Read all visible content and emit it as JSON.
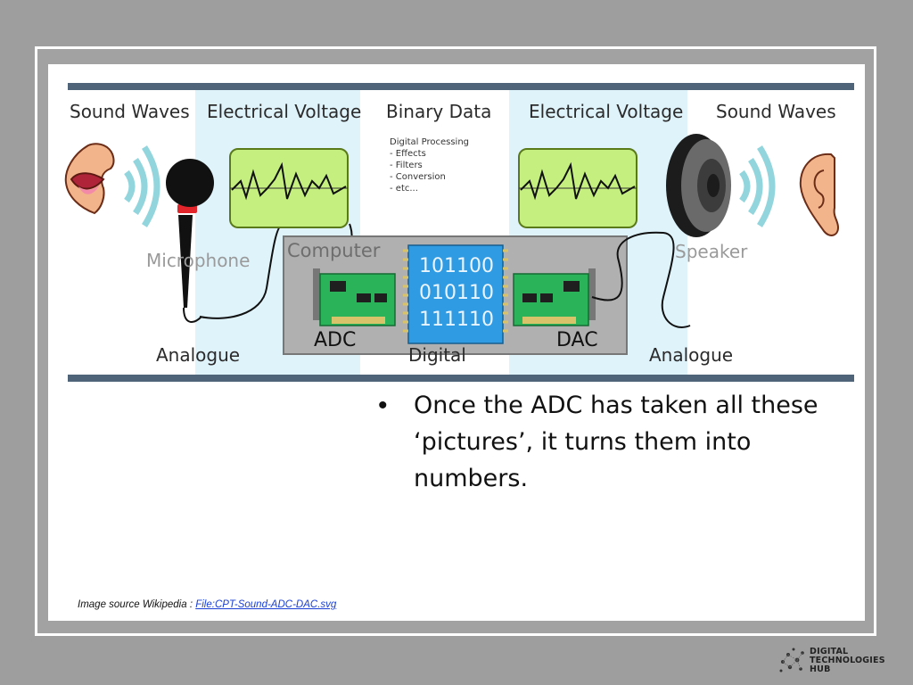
{
  "diagram": {
    "headings": [
      "Sound Waves",
      "Electrical Voltage",
      "Binary Data",
      "Electrical Voltage",
      "Sound Waves"
    ],
    "processing": [
      "Digital Processing",
      "- Effects",
      "- Filters",
      "- Conversion",
      "- etc..."
    ],
    "labels": {
      "microphone": "Microphone",
      "computer": "Computer",
      "speaker": "Speaker",
      "adc": "ADC",
      "dac": "DAC",
      "analogue_left": "Analogue",
      "analogue_right": "Analogue",
      "digital": "Digital"
    },
    "binary_rows": [
      "101100",
      "010110",
      "111110"
    ],
    "colors": {
      "band": "#dff3fb",
      "scope": "#c5ef7f",
      "computer": "#b0b0b0",
      "chip": "#2f9be2",
      "card": "#2bb35a"
    }
  },
  "bullets": [
    "Once the ADC has taken all these ‘pictures’, it turns them into numbers."
  ],
  "caption": {
    "prefix": "Image source Wikipedia : ",
    "link": "File:CPT-Sound-ADC-DAC.svg"
  },
  "logo": {
    "line1": "DIGITAL",
    "line2": "TECHNOLOGIES",
    "line3": "HUB"
  }
}
